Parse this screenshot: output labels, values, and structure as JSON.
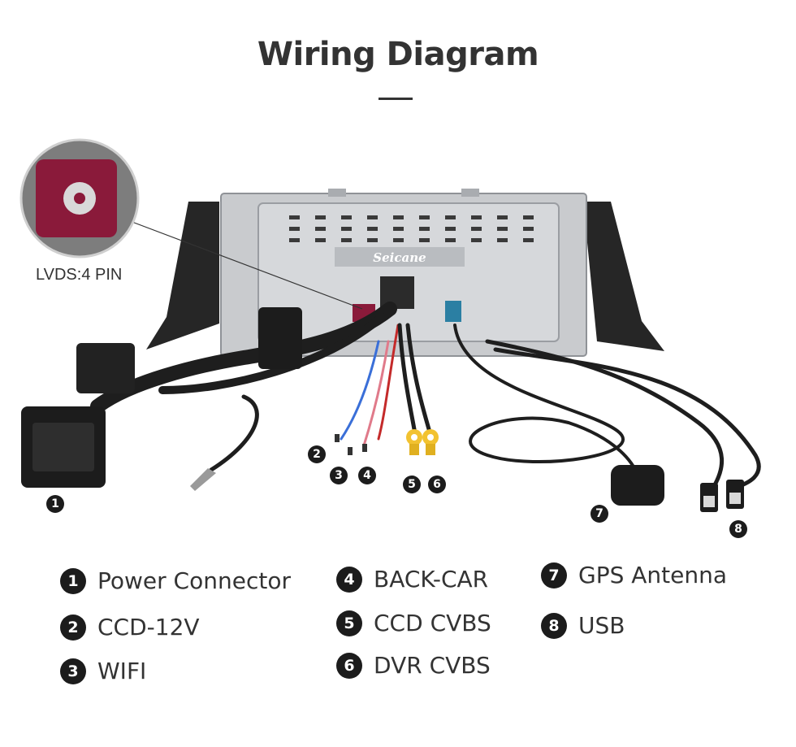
{
  "title": "Wiring Diagram",
  "lvds_label": "LVDS:4 PIN",
  "brand": "Seicane",
  "markers": [
    "1",
    "2",
    "3",
    "4",
    "5",
    "6",
    "7",
    "8"
  ],
  "legend": [
    {
      "num": "1",
      "label": "Power Connector"
    },
    {
      "num": "2",
      "label": "CCD-12V"
    },
    {
      "num": "3",
      "label": "WIFI"
    },
    {
      "num": "4",
      "label": "BACK-CAR"
    },
    {
      "num": "5",
      "label": "CCD CVBS"
    },
    {
      "num": "6",
      "label": "DVR CVBS"
    },
    {
      "num": "7",
      "label": "GPS Antenna"
    },
    {
      "num": "8",
      "label": "USB"
    }
  ],
  "colors": {
    "connector_red": "#8a1a3a",
    "rca_yellow": "#f2c230",
    "gps_teal": "#2b7fa3",
    "unit_metal": "#c9cbce",
    "badge": "#1c1c1c"
  }
}
